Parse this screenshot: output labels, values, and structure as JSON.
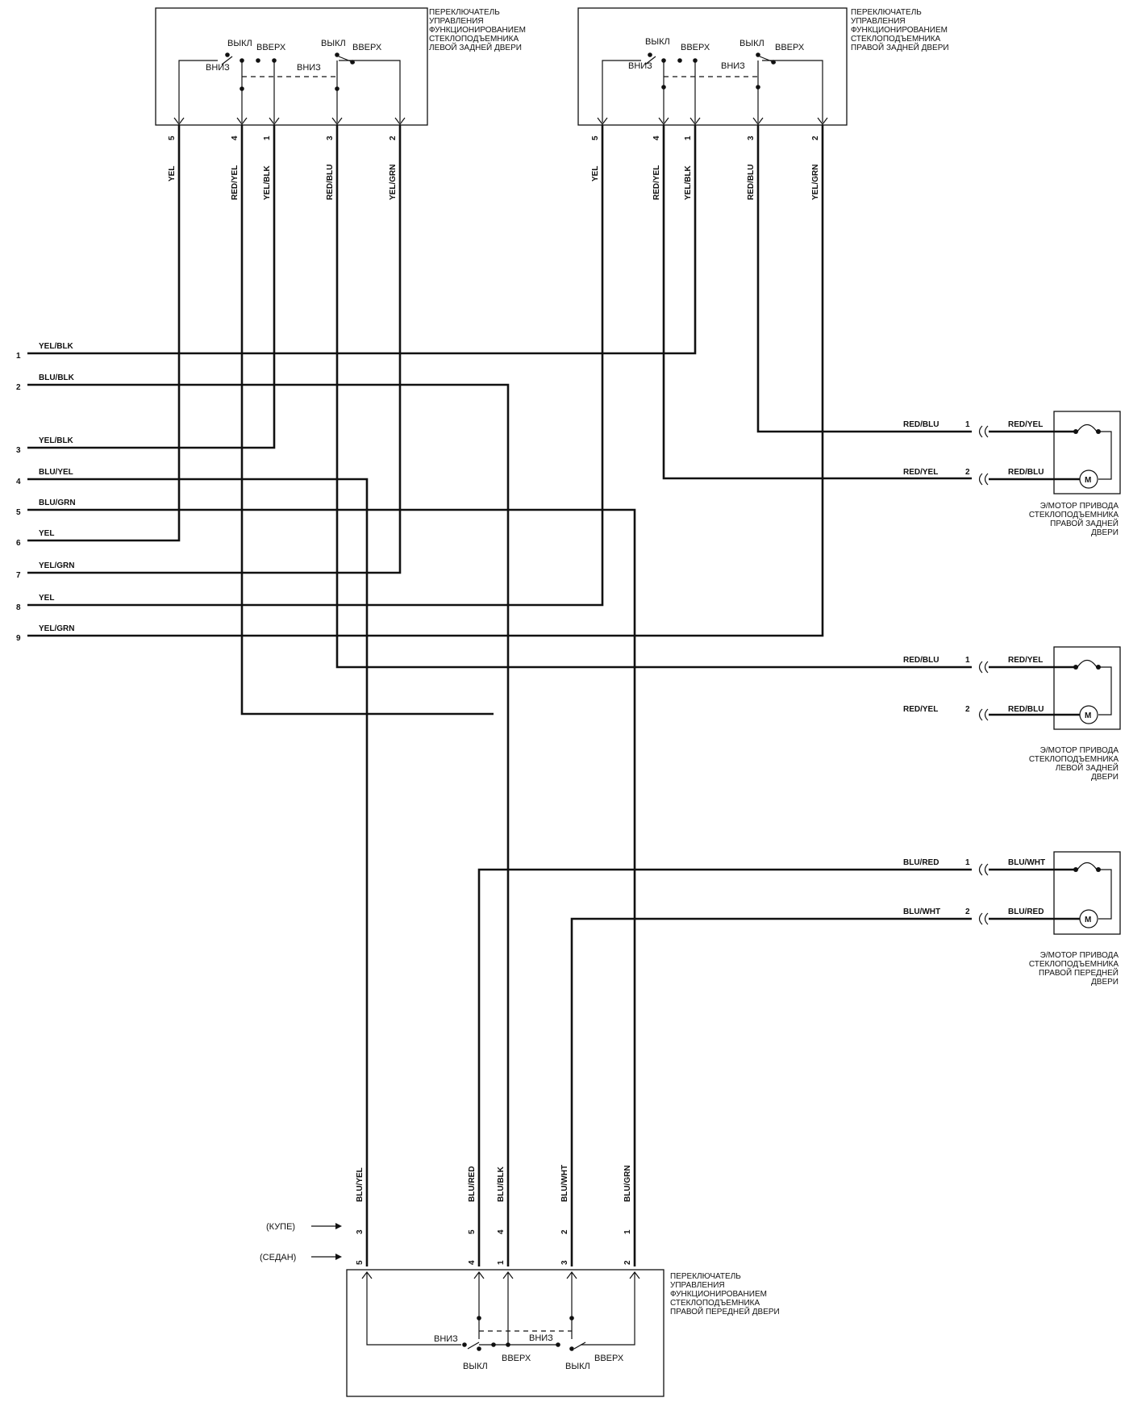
{
  "switches": {
    "left_rear": {
      "title_lines": [
        "ПЕРЕКЛЮЧАТЕЛЬ",
        "УПРАВЛЕНИЯ",
        "ФУНКЦИОНИРОВАНИЕМ",
        "СТЕКЛОПОДЪЕМНИКА",
        "ЛЕВОЙ ЗАДНЕЙ ДВЕРИ"
      ],
      "labels": [
        "ВЫКЛ",
        "ВВЕРХ",
        "ВНИЗ",
        "ВЫКЛ",
        "ВВЕРХ",
        "ВНИЗ"
      ],
      "pins": [
        {
          "num": "5",
          "wire": "YEL"
        },
        {
          "num": "4",
          "wire": "RED/YEL"
        },
        {
          "num": "1",
          "wire": "YEL/BLK"
        },
        {
          "num": "3",
          "wire": "RED/BLU"
        },
        {
          "num": "2",
          "wire": "YEL/GRN"
        }
      ]
    },
    "right_rear": {
      "title_lines": [
        "ПЕРЕКЛЮЧАТЕЛЬ",
        "УПРАВЛЕНИЯ",
        "ФУНКЦИОНИРОВАНИЕМ",
        "СТЕКЛОПОДЪЕМНИКА",
        "ПРАВОЙ ЗАДНЕЙ ДВЕРИ"
      ],
      "labels": [
        "ВЫКЛ",
        "ВВЕРХ",
        "ВНИЗ",
        "ВЫКЛ",
        "ВВЕРХ",
        "ВНИЗ"
      ],
      "pins": [
        {
          "num": "5",
          "wire": "YEL"
        },
        {
          "num": "4",
          "wire": "RED/YEL"
        },
        {
          "num": "1",
          "wire": "YEL/BLK"
        },
        {
          "num": "3",
          "wire": "RED/BLU"
        },
        {
          "num": "2",
          "wire": "YEL/GRN"
        }
      ]
    },
    "right_front": {
      "title_lines": [
        "ПЕРЕКЛЮЧАТЕЛЬ",
        "УПРАВЛЕНИЯ",
        "ФУНКЦИОНИРОВАНИЕМ",
        "СТЕКЛОПОДЪЕМНИКА",
        "ПРАВОЙ ПЕРЕДНЕЙ ДВЕРИ"
      ],
      "labels": [
        "ВНИЗ",
        "ВЫКЛ",
        "ВВЕРХ",
        "ВНИЗ",
        "ВЫКЛ",
        "ВВЕРХ"
      ],
      "pins": [
        {
          "coupe": "3",
          "sedan": "5",
          "wire": "BLU/YEL"
        },
        {
          "coupe": "5",
          "sedan": "4",
          "wire": "BLU/RED"
        },
        {
          "coupe": "4",
          "sedan": "1",
          "wire": "BLU/BLK"
        },
        {
          "coupe": "2",
          "sedan": "3",
          "wire": "BLU/WHT"
        },
        {
          "coupe": "1",
          "sedan": "2",
          "wire": "BLU/GRN"
        }
      ],
      "variant_coupe": "(КУПЕ)",
      "variant_sedan": "(СЕДАН)"
    }
  },
  "connector": {
    "pins": [
      {
        "num": "1",
        "wire": "YEL/BLK"
      },
      {
        "num": "2",
        "wire": "BLU/BLK"
      },
      {
        "num": "3",
        "wire": "YEL/BLK"
      },
      {
        "num": "4",
        "wire": "BLU/YEL"
      },
      {
        "num": "5",
        "wire": "BLU/GRN"
      },
      {
        "num": "6",
        "wire": "YEL"
      },
      {
        "num": "7",
        "wire": "YEL/GRN"
      },
      {
        "num": "8",
        "wire": "YEL"
      },
      {
        "num": "9",
        "wire": "YEL/GRN"
      }
    ]
  },
  "motors": [
    {
      "caption_lines": [
        "Э/МОТОР ПРИВОДА",
        "СТЕКЛОПОДЪЕМНИКА",
        "ПРАВОЙ ЗАДНЕЙ",
        "ДВЕРИ"
      ],
      "pins": [
        {
          "num": "1",
          "wire_in": "RED/BLU",
          "wire_out": "RED/YEL"
        },
        {
          "num": "2",
          "wire_in": "RED/YEL",
          "wire_out": "RED/BLU"
        }
      ],
      "symbol": "M"
    },
    {
      "caption_lines": [
        "Э/МОТОР ПРИВОДА",
        "СТЕКЛОПОДЪЕМНИКА",
        "ЛЕВОЙ ЗАДНЕЙ",
        "ДВЕРИ"
      ],
      "pins": [
        {
          "num": "1",
          "wire_in": "RED/BLU",
          "wire_out": "RED/YEL"
        },
        {
          "num": "2",
          "wire_in": "RED/YEL",
          "wire_out": "RED/BLU"
        }
      ],
      "symbol": "M"
    },
    {
      "caption_lines": [
        "Э/МОТОР ПРИВОДА",
        "СТЕКЛОПОДЪЕМНИКА",
        "ПРАВОЙ ПЕРЕДНЕЙ",
        "ДВЕРИ"
      ],
      "pins": [
        {
          "num": "1",
          "wire_in": "BLU/RED",
          "wire_out": "BLU/WHT"
        },
        {
          "num": "2",
          "wire_in": "BLU/WHT",
          "wire_out": "BLU/RED"
        }
      ],
      "symbol": "M"
    }
  ]
}
